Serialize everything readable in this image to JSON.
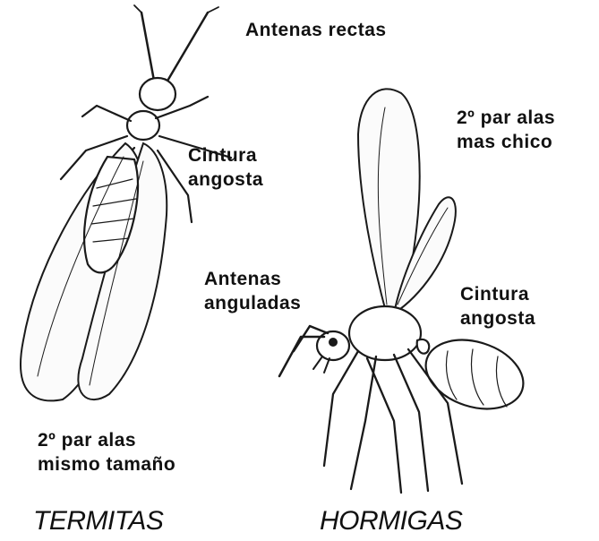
{
  "labels": {
    "antenas_rectas": "Antenas rectas",
    "cintura_termita": [
      "Cintura",
      "angosta"
    ],
    "alas_termita": [
      "2º par alas",
      "mismo tamaño"
    ],
    "alas_hormiga": [
      "2º par alas",
      "mas chico"
    ],
    "antenas_anguladas": [
      "Antenas",
      "anguladas"
    ],
    "cintura_hormiga": [
      "Cintura",
      "angosta"
    ]
  },
  "captions": {
    "termitas": "TERMITAS",
    "hormigas": "HORMIGAS"
  },
  "colors": {
    "ink": "#111111",
    "background": "#ffffff"
  }
}
